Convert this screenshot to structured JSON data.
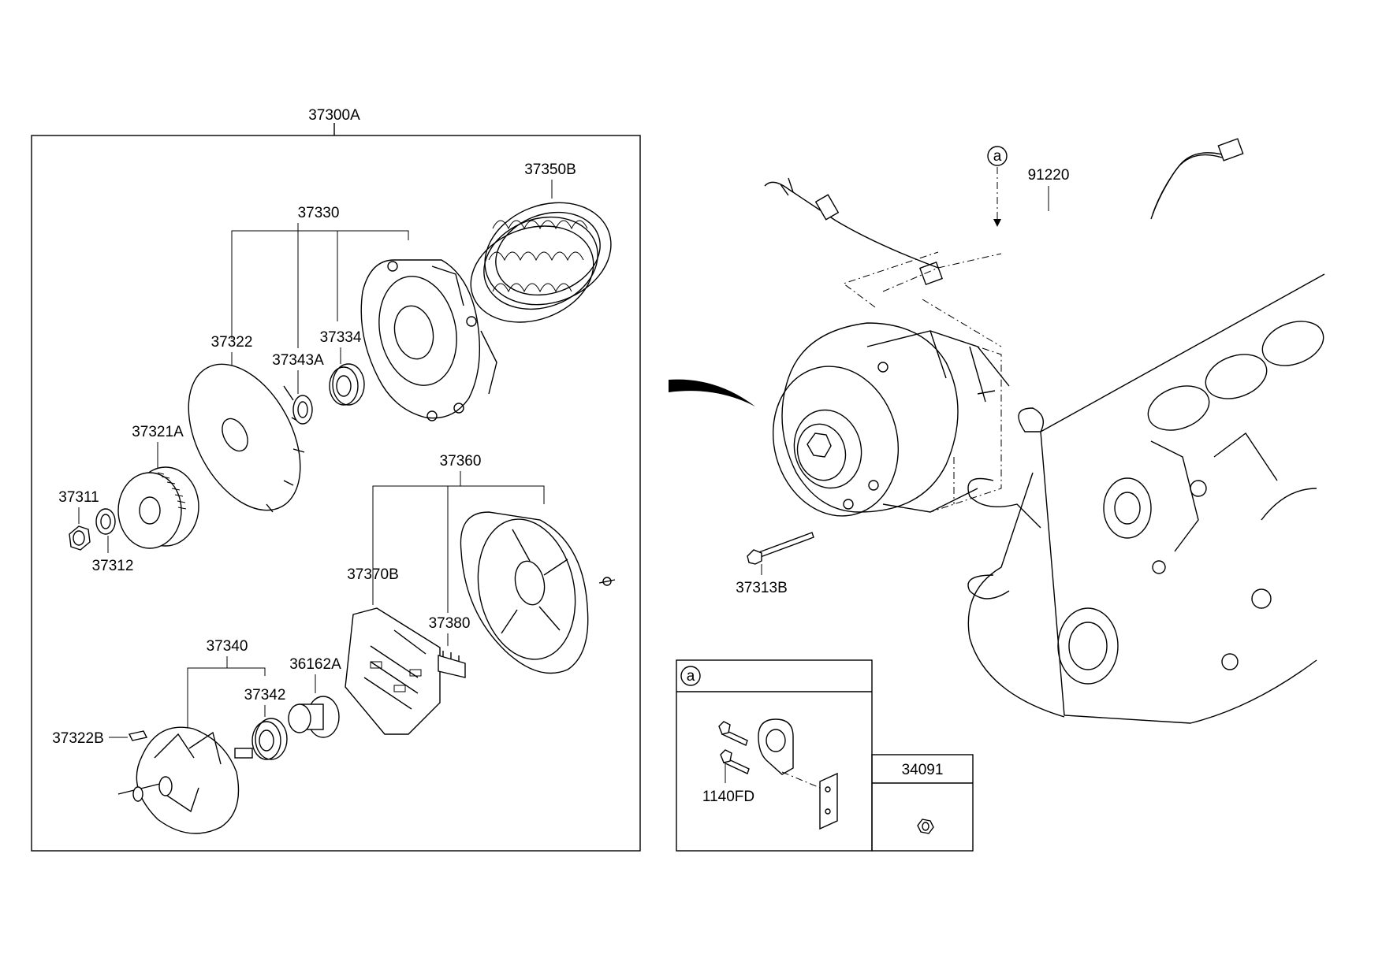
{
  "parts": {
    "assembly": "37300A",
    "stator": "37350B",
    "front_bracket_group": "37330",
    "fan": "37322",
    "spacer": "37343A",
    "front_bearing": "37334",
    "pulley": "37321A",
    "nut": "37311",
    "washer": "37312",
    "rear_bracket_group": "37360",
    "rectifier": "37370B",
    "brush_holder": "37380",
    "rotor_group": "37340",
    "rear_bearing": "37342",
    "bearing_cover": "36162A",
    "key": "37322B",
    "harness": "91220",
    "mount_bolt": "37313B",
    "clip_bolt": "1140FD",
    "nut_small": "34091"
  },
  "callouts": {
    "harness_ref": "a",
    "detail_ref": "a"
  }
}
